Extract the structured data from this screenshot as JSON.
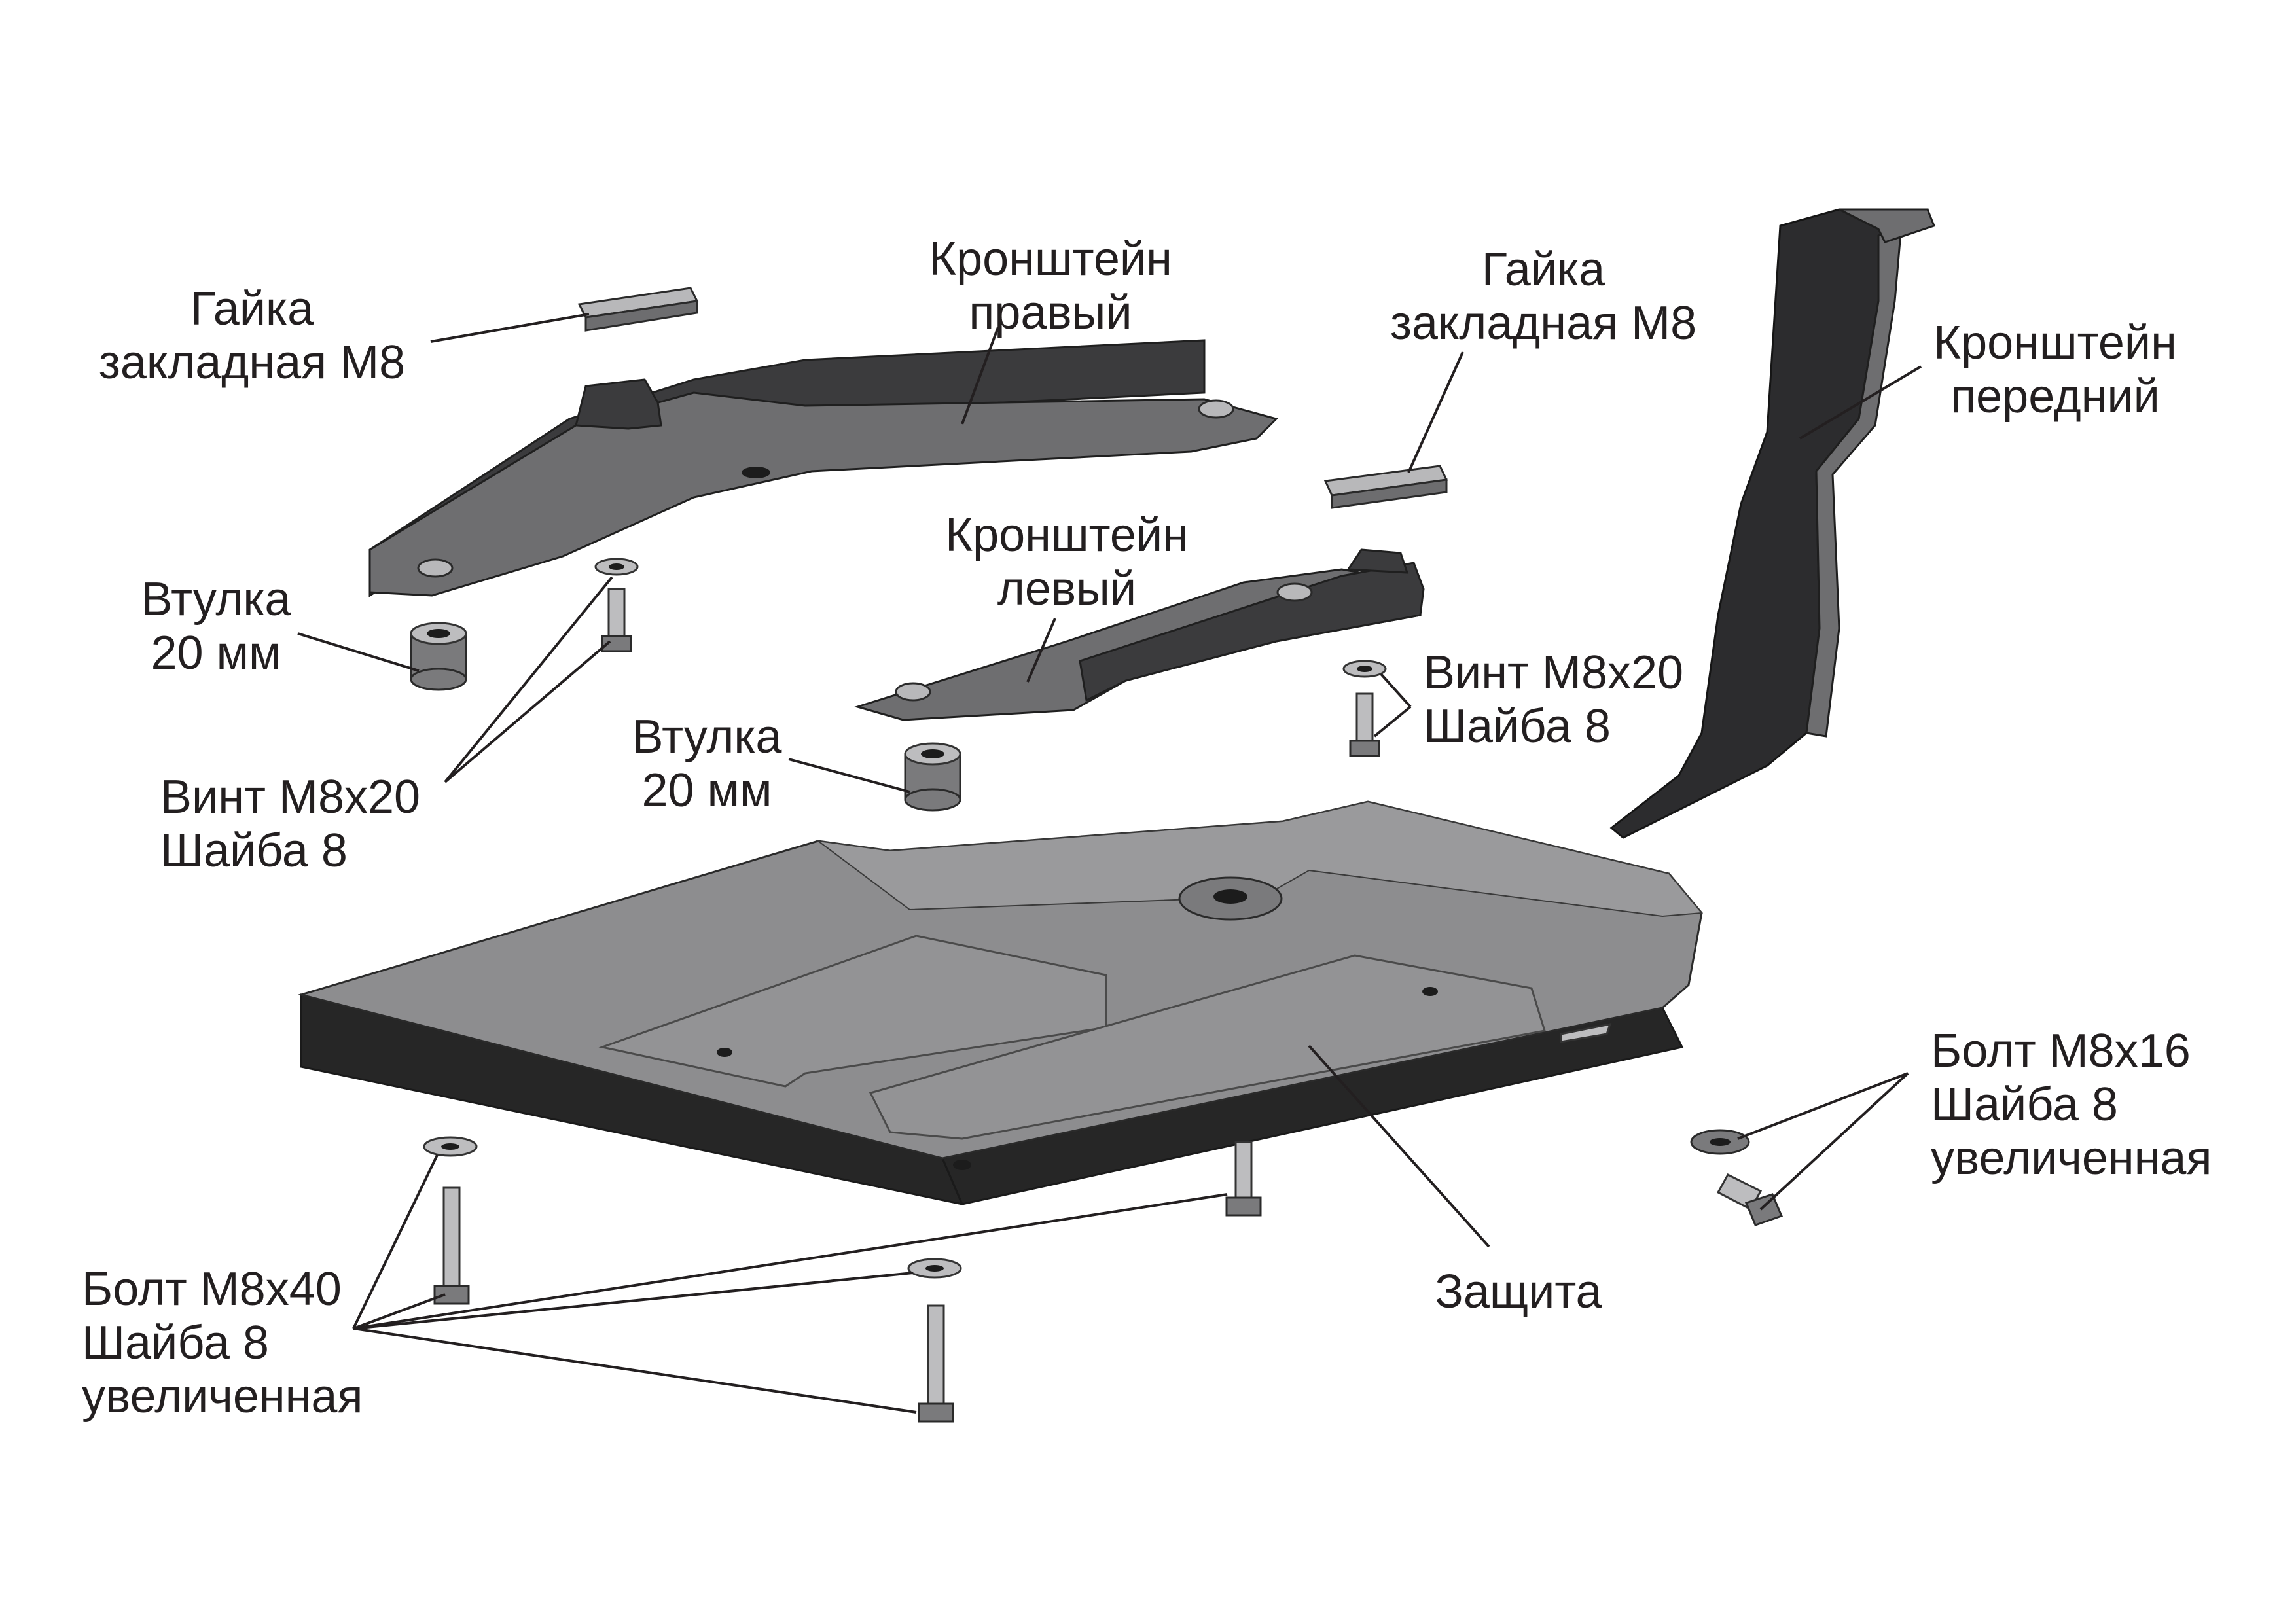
{
  "labels": {
    "nut_left_1": "Гайка",
    "nut_left_2": "закладная М8",
    "bracket_right_1": "Кронштейн",
    "bracket_right_2": "правый",
    "nut_right_1": "Гайка",
    "nut_right_2": "закладная М8",
    "bracket_front_1": "Кронштейн",
    "bracket_front_2": "передний",
    "bushing_left_1": "Втулка",
    "bushing_left_2": "20 мм",
    "bracket_left_1": "Кронштейн",
    "bracket_left_2": "левый",
    "screw_right_1": "Винт М8х20",
    "screw_right_2": "Шайба 8",
    "bushing_mid_1": "Втулка",
    "bushing_mid_2": "20 мм",
    "screw_left_1": "Винт М8х20",
    "screw_left_2": "Шайба 8",
    "bolt16_1": "Болт М8х16",
    "bolt16_2": "Шайба 8",
    "bolt16_3": "увеличенная",
    "bolt40_1": "Болт М8х40",
    "bolt40_2": "Шайба 8",
    "bolt40_3": "увеличенная",
    "shield": "Защита"
  },
  "colors": {
    "text": "#231f20",
    "plate_top": "#8d8d8f",
    "plate_side": "#262626",
    "bracket": "#6e6e70",
    "hardware": "#bdbdbf"
  }
}
